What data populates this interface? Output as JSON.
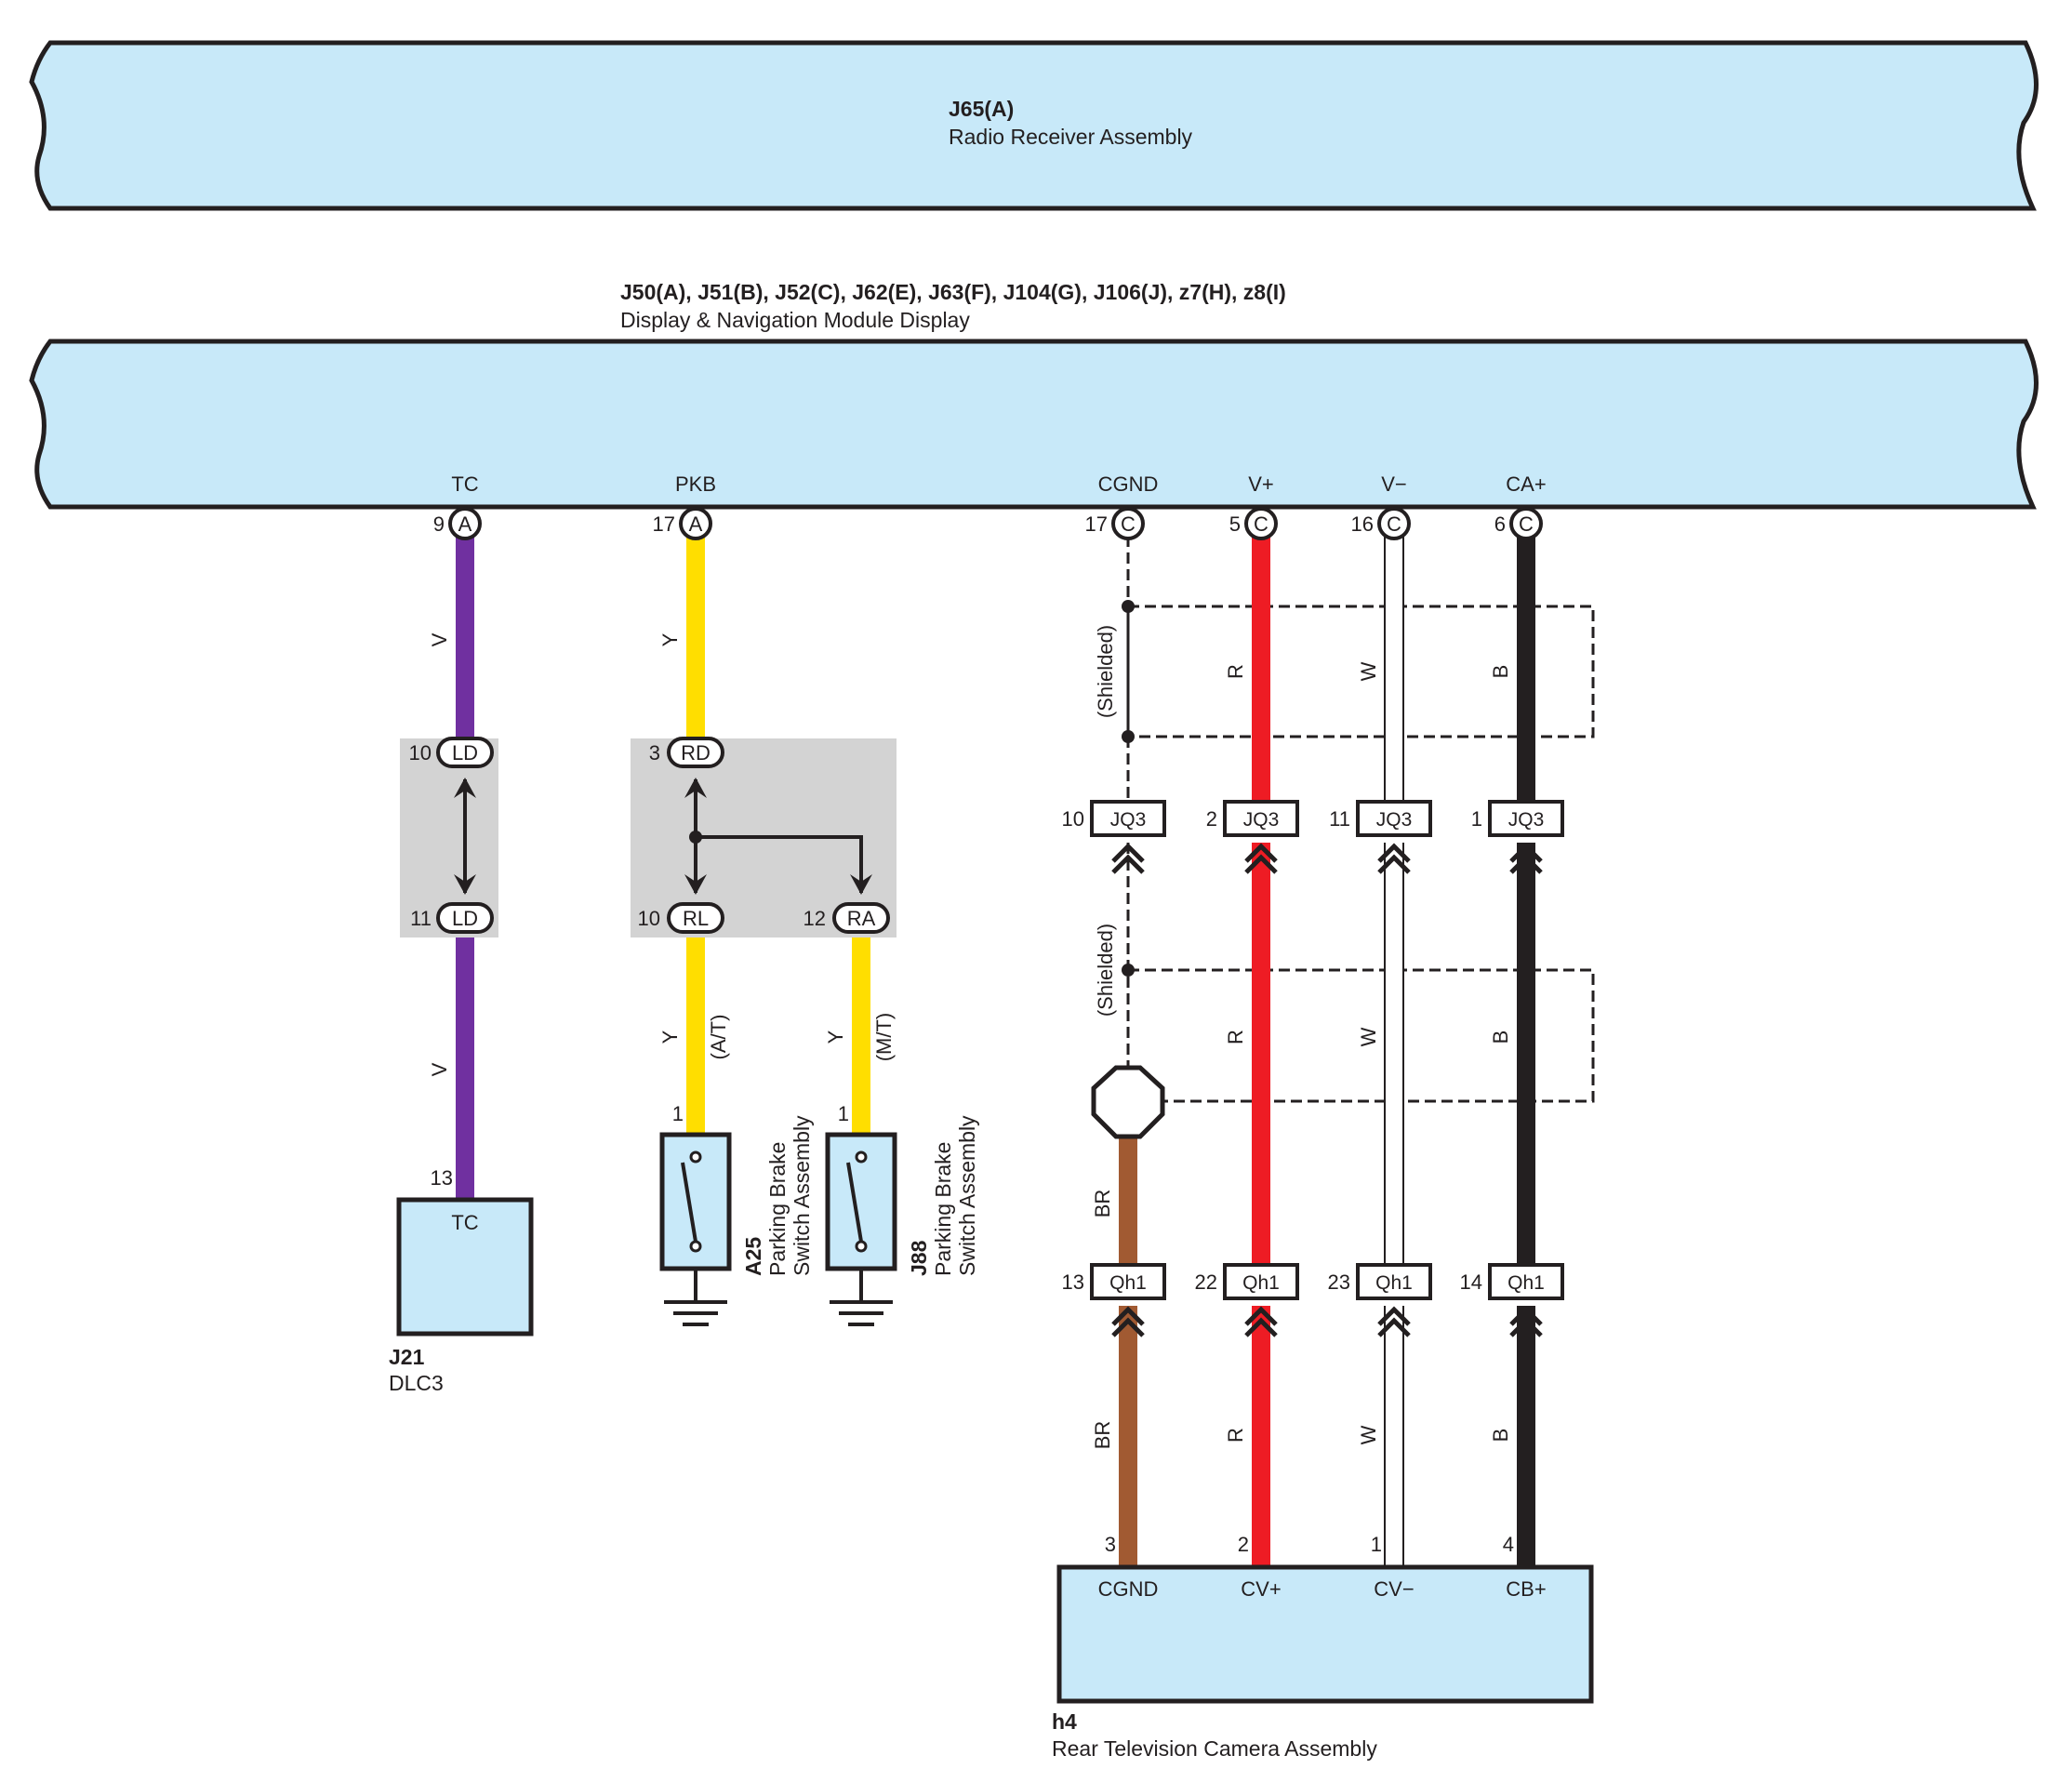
{
  "colors": {
    "module_fill": "#c8e9f9",
    "splice_fill": "#d3d3d3",
    "V": "#7030a0",
    "Y": "#ffde00",
    "R": "#ee1c24",
    "B": "#231f20",
    "BR": "#a15a32",
    "W": "#ffffff"
  },
  "radio": {
    "id": "J65(A)",
    "name": "Radio Receiver Assembly"
  },
  "display": {
    "id": "J50(A), J51(B), J52(C), J62(E), J63(F), J104(G), J106(J), z7(H), z8(I)",
    "name": "Display & Navigation Module Display",
    "terminals": [
      {
        "signal": "TC",
        "pin": "9",
        "connector": "A"
      },
      {
        "signal": "PKB",
        "pin": "17",
        "connector": "A"
      },
      {
        "signal": "CGND",
        "pin": "17",
        "connector": "C"
      },
      {
        "signal": "V+",
        "pin": "5",
        "connector": "C"
      },
      {
        "signal": "V−",
        "pin": "16",
        "connector": "C"
      },
      {
        "signal": "CA+",
        "pin": "6",
        "connector": "C"
      }
    ]
  },
  "splice_ld": {
    "top_pin": "10",
    "top_label": "LD",
    "bottom_pin": "11",
    "bottom_label": "LD"
  },
  "splice_r": {
    "top_pin": "3",
    "top_label": "RD",
    "left_pin": "10",
    "left_label": "RL",
    "right_pin": "12",
    "right_label": "RA"
  },
  "wire_colors": {
    "tc_upper": "V",
    "tc_lower": "V",
    "pkb_upper": "Y",
    "at_wire": "Y",
    "mt_wire": "Y",
    "cam_upper": [
      "R",
      "W",
      "B"
    ],
    "cam_mid": [
      "R",
      "W",
      "B"
    ],
    "cam_brown": "BR",
    "cam_lower": [
      "BR",
      "R",
      "W",
      "B"
    ]
  },
  "shield_label": "(Shielded)",
  "at_label": "(A/T)",
  "mt_label": "(M/T)",
  "jq3": {
    "name": "JQ3",
    "pins": [
      "10",
      "2",
      "11",
      "1"
    ]
  },
  "qh1": {
    "name": "Qh1",
    "pins": [
      "13",
      "22",
      "23",
      "14"
    ]
  },
  "dlc3": {
    "id": "J21",
    "name": "DLC3",
    "pin": "13",
    "terminal": "TC"
  },
  "a25": {
    "id": "A25",
    "line1": "Parking Brake",
    "line2": "Switch Assembly",
    "pin": "1"
  },
  "j88": {
    "id": "J88",
    "line1": "Parking Brake",
    "line2": "Switch Assembly",
    "pin": "1"
  },
  "camera": {
    "id": "h4",
    "name": "Rear Television Camera Assembly",
    "pins": [
      "3",
      "2",
      "1",
      "4"
    ],
    "terminals": [
      "CGND",
      "CV+",
      "CV−",
      "CB+"
    ]
  }
}
